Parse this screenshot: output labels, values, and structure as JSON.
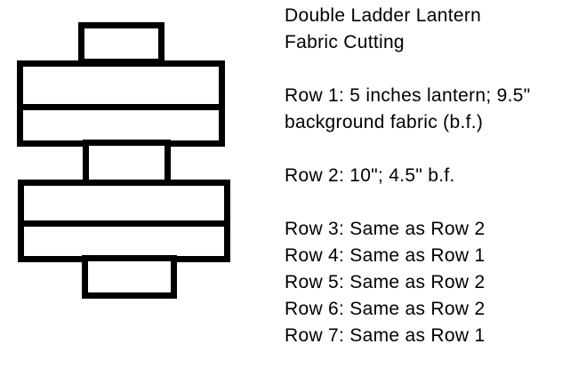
{
  "colors": {
    "ink": "#000000",
    "paper": "#ffffff"
  },
  "title": {
    "line1": "Double Ladder Lantern",
    "line2": "Fabric Cutting"
  },
  "cutting": {
    "row1_line1": "Row 1: 5 inches lantern; 9.5\"",
    "row1_line2": "background fabric (b.f.)",
    "row2": "Row 2: 10\"; 4.5\" b.f.",
    "row3": "Row 3: Same as Row 2",
    "row4": "Row 4: Same as Row 1",
    "row5": "Row 5: Same as Row 2",
    "row6": "Row 6: Same as Row 2",
    "row7": "Row 7: Same as Row 1"
  }
}
